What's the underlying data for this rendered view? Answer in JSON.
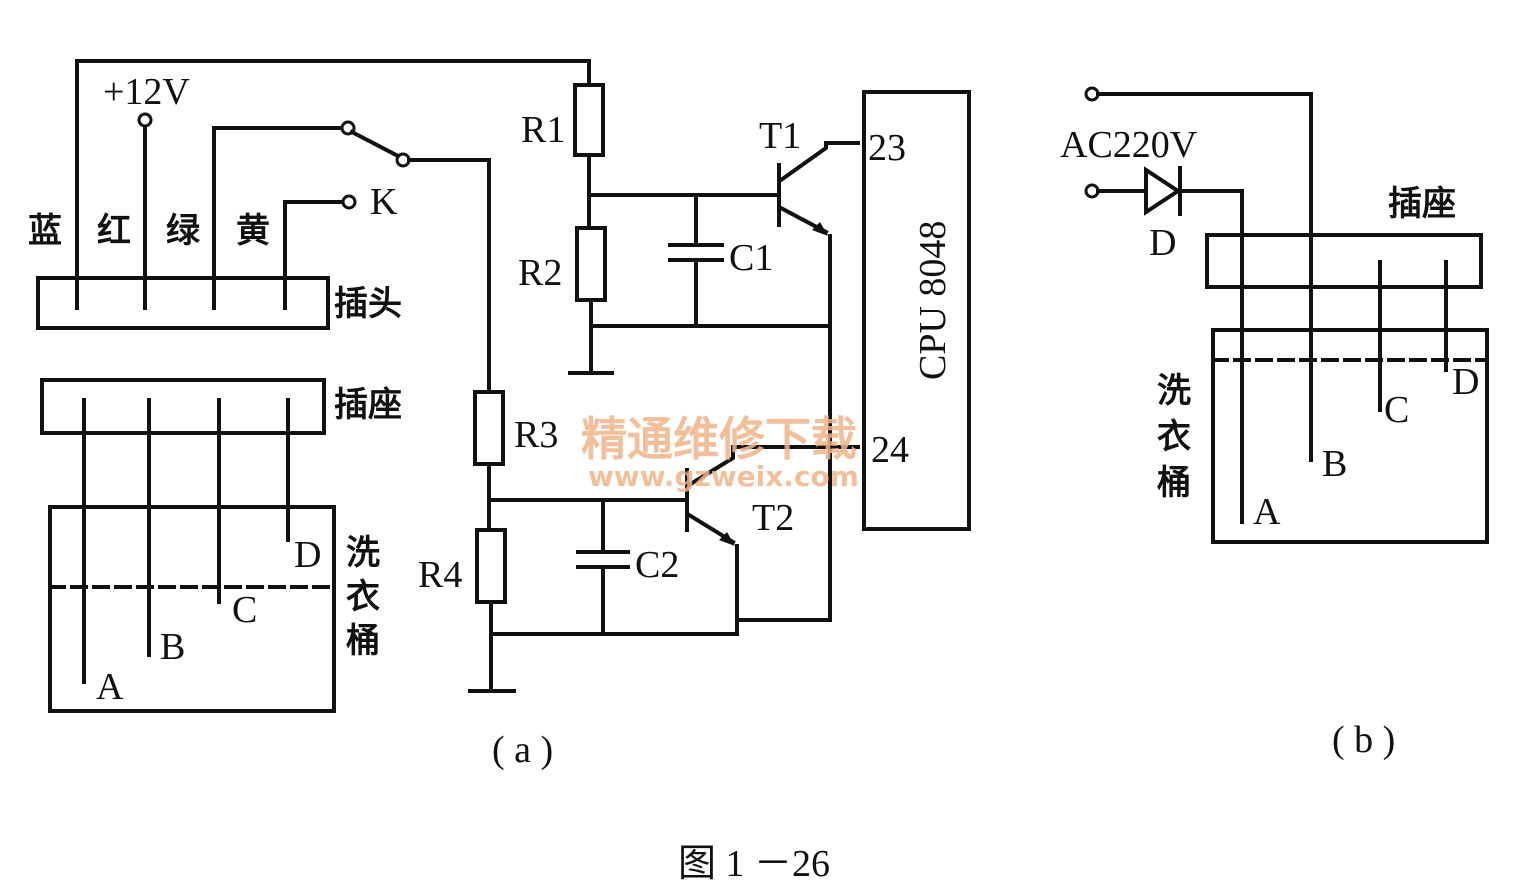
{
  "labels": {
    "plus12v": "+12V",
    "k": "K",
    "wire_blue": "蓝",
    "wire_red": "红",
    "wire_green": "绿",
    "wire_yellow": "黄",
    "plug": "插头",
    "socket_a": "插座",
    "tub_a": [
      "洗",
      "衣",
      "桶"
    ],
    "electrodes_a": {
      "A": "A",
      "B": "B",
      "C": "C",
      "D": "D"
    },
    "r1": "R1",
    "r2": "R2",
    "r3": "R3",
    "r4": "R4",
    "c1": "C1",
    "c2": "C2",
    "t1": "T1",
    "t2": "T2",
    "cpu": "CPU 8048",
    "pin23": "23",
    "pin24": "24",
    "caption_a": "( a )",
    "ac220v": "AC220V",
    "diode": "D",
    "socket_b": "插座",
    "tub_b": [
      "洗",
      "衣",
      "桶"
    ],
    "electrodes_b": {
      "A": "A",
      "B": "B",
      "C": "C",
      "D": "D"
    },
    "caption_b": "( b )",
    "figure": "图 1 －26"
  },
  "watermark": {
    "line1": "精通维修下载",
    "line2": "www.gzweix.com",
    "color": "#f2b48a"
  }
}
